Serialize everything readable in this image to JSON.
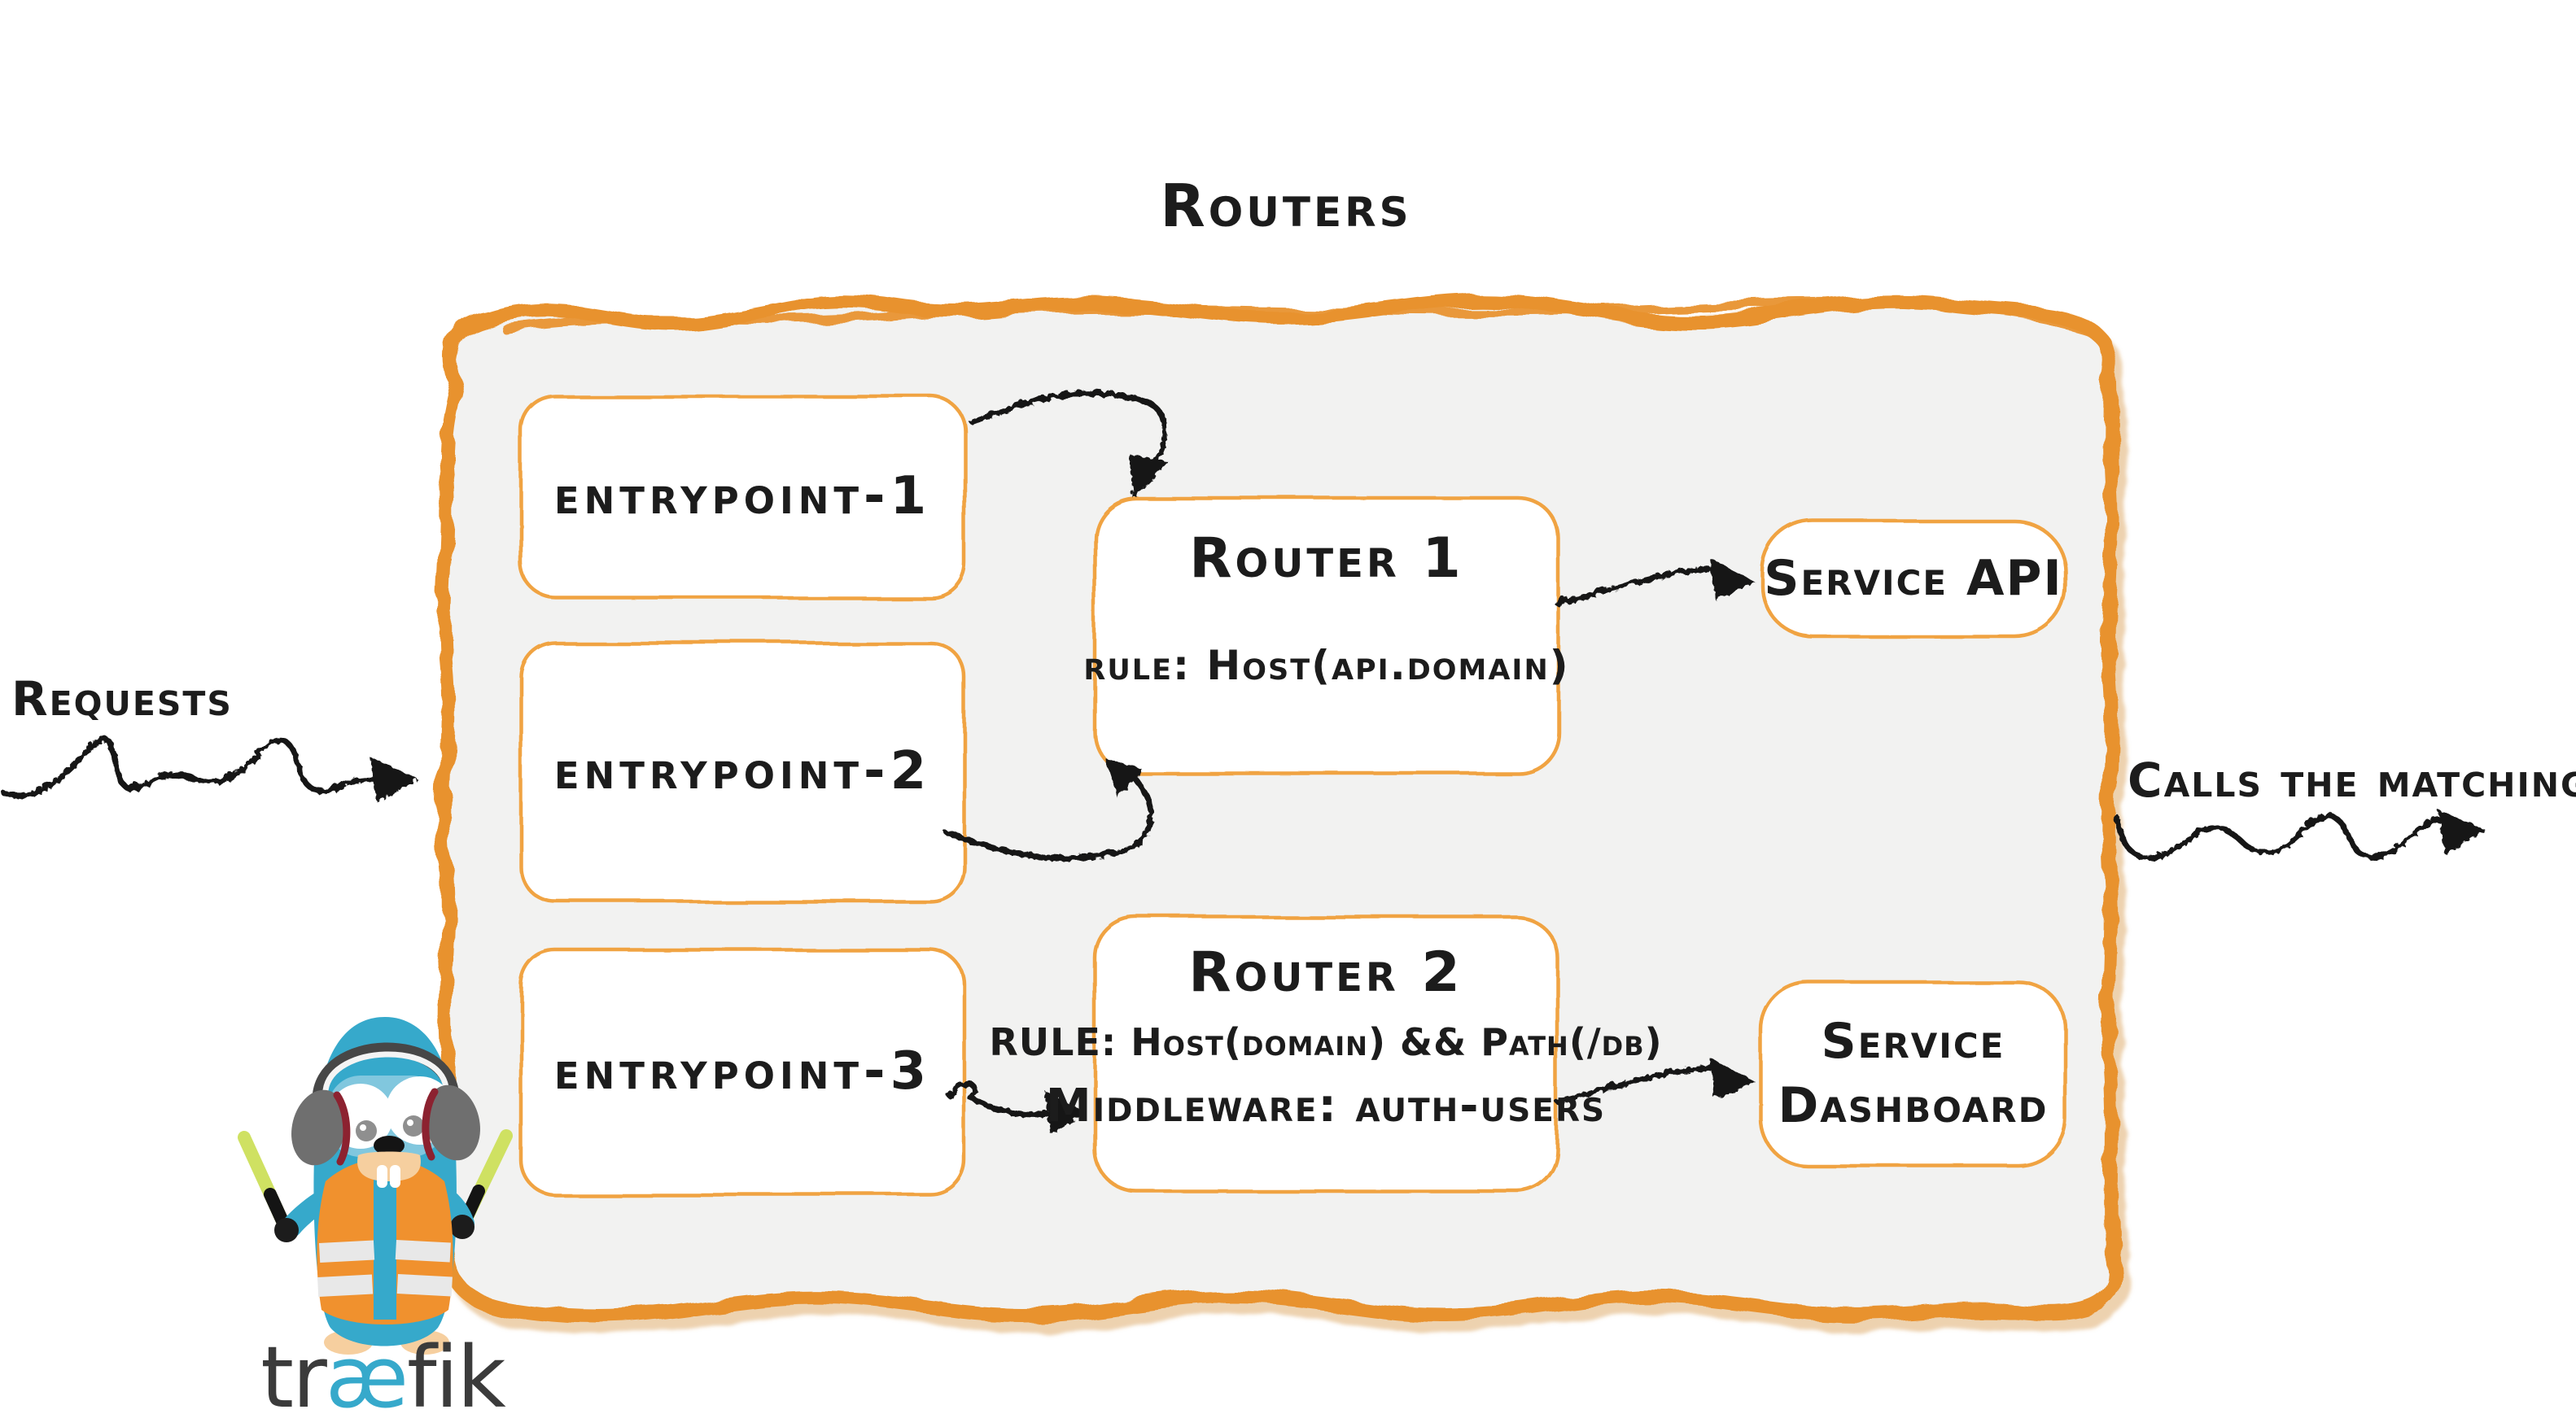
{
  "title": "Routers",
  "side_labels": {
    "requests": "Requests",
    "calls_matching_server": "Calls the matching server"
  },
  "entrypoints": [
    {
      "label": "entrypoint-1"
    },
    {
      "label": "entrypoint-2"
    },
    {
      "label": "entrypoint-3"
    }
  ],
  "routers": [
    {
      "title": "Router 1",
      "rule": "rule: Host(api.domain)"
    },
    {
      "title": "Router 2",
      "rule": "RULE: Host(domain) && Path(/db)",
      "middleware": "Middleware: auth-users"
    }
  ],
  "services": [
    {
      "label": "Service API"
    },
    {
      "label_line1": "Service",
      "label_line2": "Dashboard"
    }
  ],
  "logo": {
    "part1": "tr",
    "part2": "æ",
    "part3": "fik"
  },
  "colors": {
    "container_border_orange": "#e8922f",
    "box_border_orange": "#f0a342",
    "panel_gray": "#f2f2f1",
    "ink_black": "#191919",
    "gopher_teal": "#36a9cb",
    "vest_orange": "#f0912e",
    "stick_green": "#cfe162",
    "shadow_tan": "#dca45f"
  }
}
